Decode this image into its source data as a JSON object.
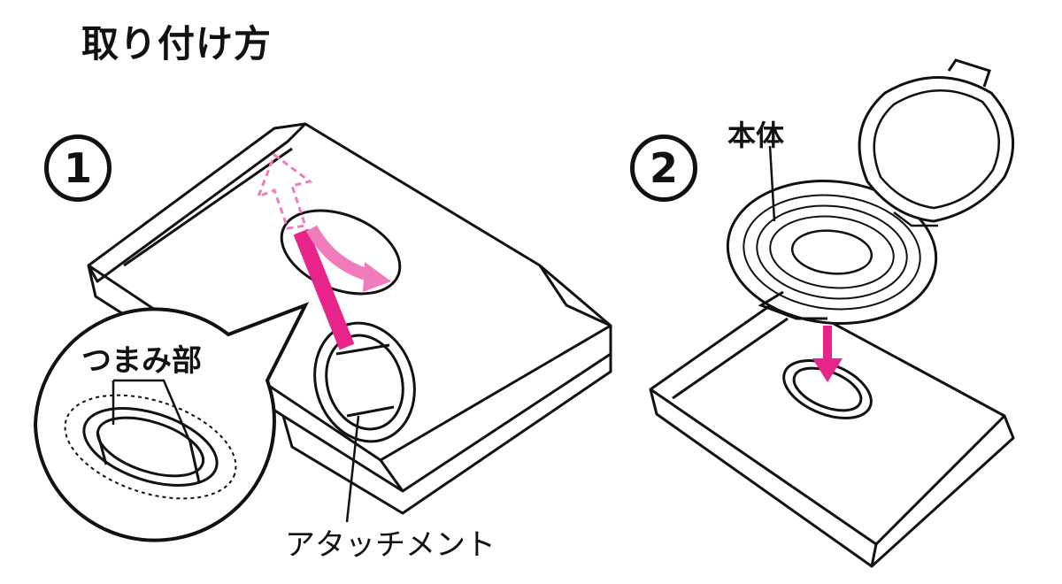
{
  "title": "取り付け方",
  "steps": [
    {
      "number": "1"
    },
    {
      "number": "2"
    }
  ],
  "labels": {
    "knob": "つまみ部",
    "attachment": "アタッチメント",
    "body": "本体"
  },
  "colors": {
    "line": "#111111",
    "arrow": "#e8238a",
    "arrow_light": "#f07cbc",
    "background": "#ffffff"
  },
  "icons": [
    "pink-arrow-icon",
    "dashed-arrow-icon",
    "curved-arrow-icon",
    "magnifier-callout-icon"
  ]
}
